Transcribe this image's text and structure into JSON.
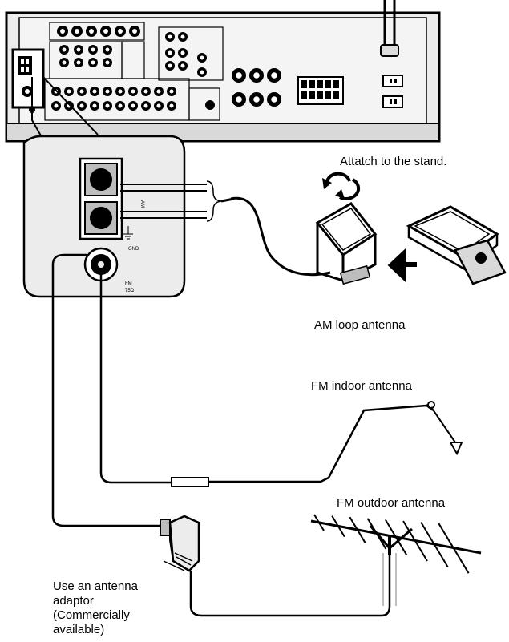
{
  "labels": {
    "attach": "Attatch to the stand.",
    "am_loop": "AM loop antenna",
    "fm_indoor": "FM indoor antenna",
    "fm_outdoor": "FM outdoor antenna",
    "adaptor_line1": "Use an antenna",
    "adaptor_line2": "adaptor",
    "adaptor_line3": "(Commercially",
    "adaptor_line4": "available)"
  },
  "panel_labels": {
    "am": "AM",
    "gnd": "GND",
    "fm": "FM",
    "fm_ohm": "75Ω"
  },
  "colors": {
    "line": "#000000",
    "fill_light": "#d9d9d9",
    "fill_mid": "#bdbdbd",
    "background": "#ffffff"
  }
}
